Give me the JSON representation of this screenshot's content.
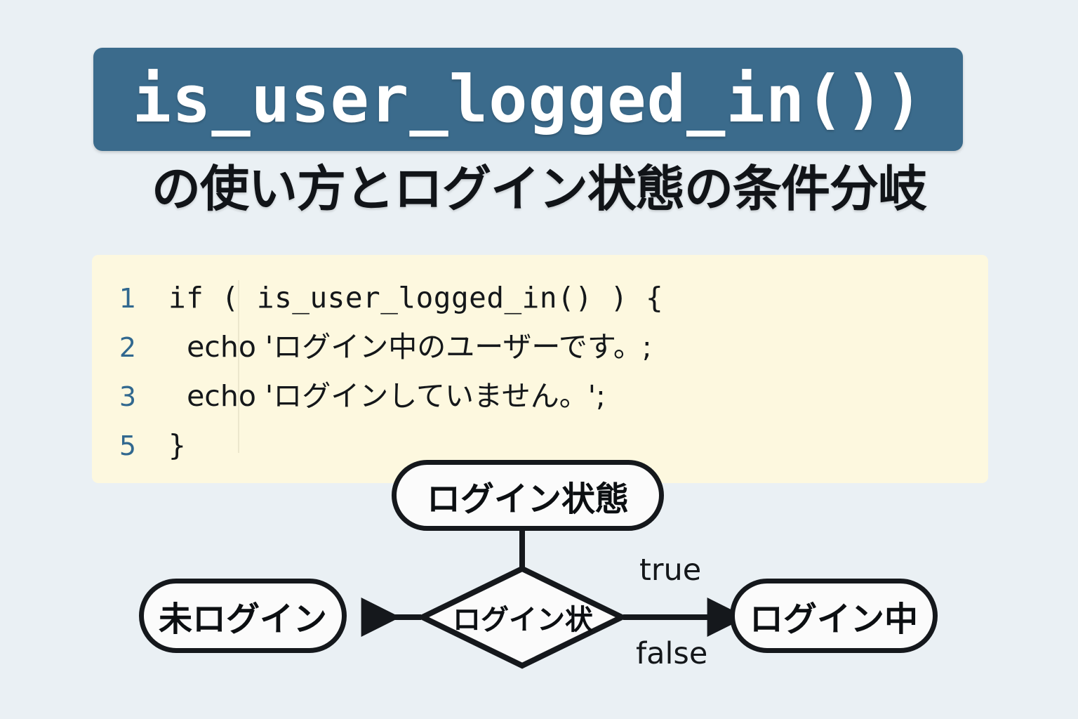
{
  "page": {
    "background_color": "#eaf0f4",
    "accent_color": "#3b6b8c",
    "code_background_color": "#fdf8df",
    "line_number_color": "#31688f"
  },
  "header": {
    "badge_title": "is_user_logged_in())",
    "subtitle": "の使い方とログイン状態の条件分岐"
  },
  "code_block": {
    "lines": [
      {
        "number": "1",
        "text": "if ( is_user_logged_in() ) {",
        "is_japanese": false
      },
      {
        "number": "2",
        "text": "  echo 'ログイン中のユーザーです。;",
        "is_japanese": true
      },
      {
        "number": "3",
        "text": "  echo 'ログインしていません。';",
        "is_japanese": true
      },
      {
        "number": "5",
        "text": "}",
        "is_japanese": false
      }
    ]
  },
  "flowchart": {
    "nodes": {
      "start": "ログイン状態",
      "decision": "ログイン状",
      "left_result": "未ログイン",
      "right_result": "ログイン中"
    },
    "edge_labels": {
      "true": "true",
      "false": "false"
    }
  }
}
